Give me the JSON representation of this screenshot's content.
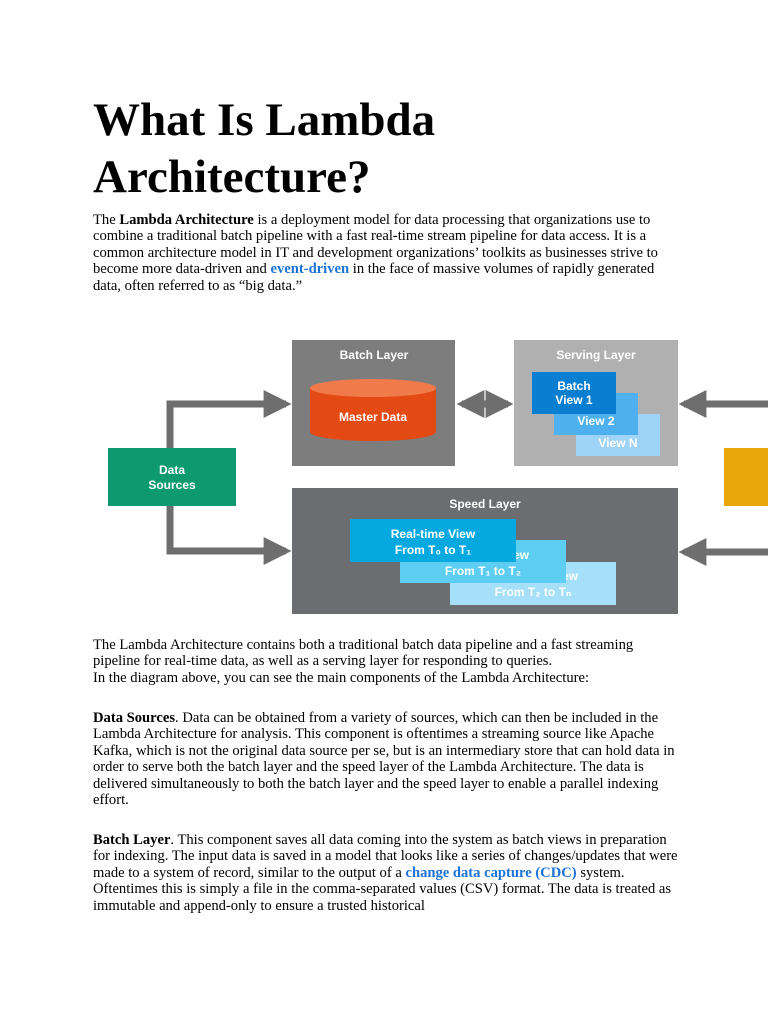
{
  "title_line1": "What Is Lambda",
  "title_line2": "Architecture?",
  "intro": {
    "t1": "The ",
    "b1": "Lambda Architecture",
    "t2": " is a deployment model for data processing that organizations use to combine a traditional batch pipeline with a fast real-time stream pipeline for data access. It is a common architecture model in IT and development organizations’ toolkits as businesses strive to become more data-driven and ",
    "link": "event-driven",
    "t3": " in the face of massive volumes of rapidly generated data, often referred to as “big data.”"
  },
  "diagram": {
    "data_sources_l1": "Data",
    "data_sources_l2": "Sources",
    "batch_layer": "Batch Layer",
    "master_data": "Master Data",
    "serving_layer": "Serving Layer",
    "bv1_l1": "Batch",
    "bv1_l2": "View 1",
    "bv2": "View 2",
    "bvn": "View N",
    "speed_layer": "Speed Layer",
    "rt1_l1": "Real-time View",
    "rt1_l2": "From T₀ to T₁",
    "rt2_partial": "ew",
    "rt2_l2": "From T₁ to T₂",
    "rtn_partial": "ew",
    "rtn_l2": "From T₂ to Tₙ",
    "colors": {
      "green": "#0d9a6e",
      "layer_gray": "#7d7d7d",
      "serving_gray": "#b0b0b0",
      "speed_gray": "#6b6d70",
      "master_red": "#e34a14",
      "batch_blue": "#0a7fd1",
      "view2_blue": "#4fb0ef",
      "viewn_blue": "#9fd3f8",
      "rt_blue": "#05a9e0",
      "rt2_blue": "#5dcdf2",
      "rtn_blue": "#a6dff8",
      "arrow_gray": "#6e6e6e",
      "query_yellow": "#e8a60a"
    }
  },
  "p2_l1": "The Lambda Architecture contains both a traditional batch data pipeline and a fast streaming pipeline for real-time data, as well as a serving layer for responding to queries.",
  "p2_l2": "In the diagram above, you can see the main components of the Lambda Architecture:",
  "p3": {
    "bold": "Data Sources",
    "text": ". Data can be obtained from a variety of sources, which can then be included in the Lambda Architecture for analysis. This component is oftentimes a streaming source like Apache Kafka, which is not the original data source per se, but is an intermediary store that can hold data in order to serve both the batch layer and the speed layer of the Lambda Architecture. The data is delivered simultaneously to both the batch layer and the speed layer to enable a parallel indexing effort."
  },
  "p4": {
    "bold": "Batch Layer",
    "t1": ". This component saves all data coming into the system as batch views in preparation for indexing. The input data is saved in a model that looks like a series of changes/updates that were made to a system of record, similar to the output of a ",
    "link": "change data capture (CDC)",
    "t2": " system. Oftentimes this is simply a file in the comma-separated values (CSV) format. The data is treated as immutable and append-only to ensure a trusted historical"
  }
}
